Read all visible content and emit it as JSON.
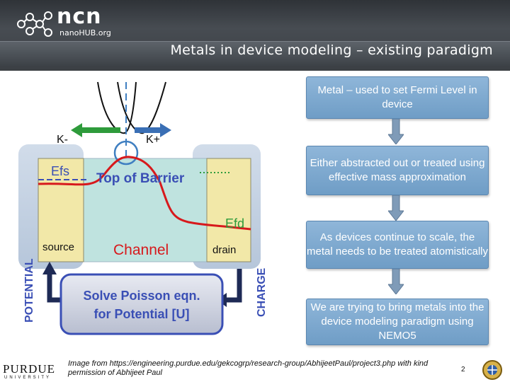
{
  "header": {
    "logo_text": "ncn",
    "logo_sub": "nanoHUB.org",
    "title": "Metals in device modeling – existing paradigm"
  },
  "diagram": {
    "k_minus": "K-",
    "k_plus": "K+",
    "efs": "Efs",
    "top_of_barrier": "Top of Barrier",
    "efd": "Efd",
    "source": "source",
    "channel": "Channel",
    "drain": "drain",
    "potential": "POTENTIAL",
    "charge": "CHARGE",
    "poisson_line1": "Solve Poisson eqn.",
    "poisson_line2": "for Potential [U]"
  },
  "flow": [
    {
      "text": "Metal – used to set Fermi Level in device"
    },
    {
      "text": "Either abstracted out or treated using effective mass approximation"
    },
    {
      "text": "As devices continue to scale, the metal needs to be treated atomistically"
    },
    {
      "text": "We are trying to bring metals into the device modeling paradigm using NEMO5"
    }
  ],
  "footer": {
    "caption": "Image from https://engineering.purdue.edu/gekcogrp/research-group/AbhijeetPaul/project3.php with kind permission of Abhijeet Paul",
    "page_number": "2",
    "purdue": "PURDUE",
    "purdue_sub": "UNIVERSITY"
  },
  "colors": {
    "box_fill": "#7aa6cf",
    "arrow_fill": "#7f9bb8",
    "arrow_green": "#2e9b3b",
    "barrier_red": "#d7191c",
    "channel_fill": "#bfe3df",
    "contact_fill": "#f2e8a8"
  }
}
